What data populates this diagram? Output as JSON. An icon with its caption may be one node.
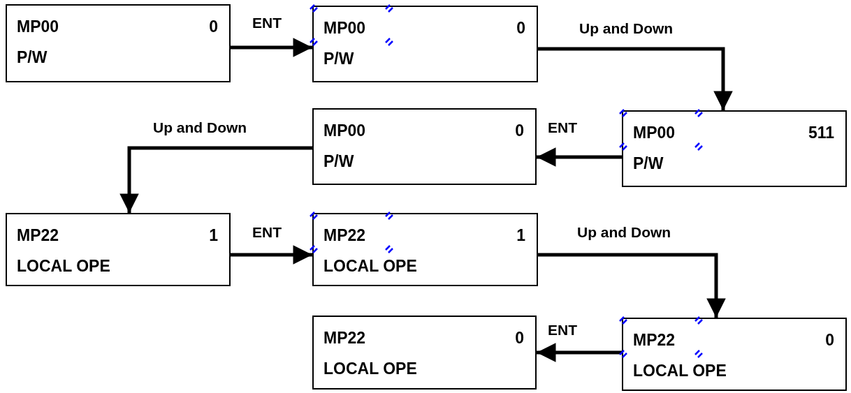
{
  "diagram": {
    "nodes": [
      {
        "text": [
          "MP00",
          "0",
          "P/W"
        ]
      },
      {
        "text": [
          "MP00",
          "0",
          "P/W"
        ]
      },
      {
        "text": [
          "MP00",
          "511",
          "P/W"
        ]
      },
      {
        "text": [
          "MP00",
          "0",
          "P/W"
        ]
      },
      {
        "text": [
          "MP22",
          "1",
          "LOCAL OPE"
        ]
      },
      {
        "text": [
          "MP22",
          "1",
          "LOCAL OPE"
        ]
      },
      {
        "text": [
          "MP22",
          "0",
          "LOCAL OPE"
        ]
      },
      {
        "text": [
          "MP22",
          "0",
          "LOCAL OPE"
        ]
      }
    ],
    "edges": [
      {
        "from": 0,
        "to": 1,
        "arrow": "to",
        "label": "ENT"
      },
      {
        "from": 1,
        "to": 2,
        "arrow": "to",
        "label": "Up and Down"
      },
      {
        "from": 2,
        "to": 3,
        "arrow": "to",
        "label": "ENT"
      },
      {
        "from": 3,
        "to": 4,
        "arrow": "to",
        "label": "Up and Down"
      },
      {
        "from": 4,
        "to": 5,
        "arrow": "to",
        "label": "ENT"
      },
      {
        "from": 5,
        "to": 6,
        "arrow": "to",
        "label": "Up and Down"
      },
      {
        "from": 6,
        "to": 7,
        "arrow": "to",
        "label": "ENT"
      }
    ]
  }
}
